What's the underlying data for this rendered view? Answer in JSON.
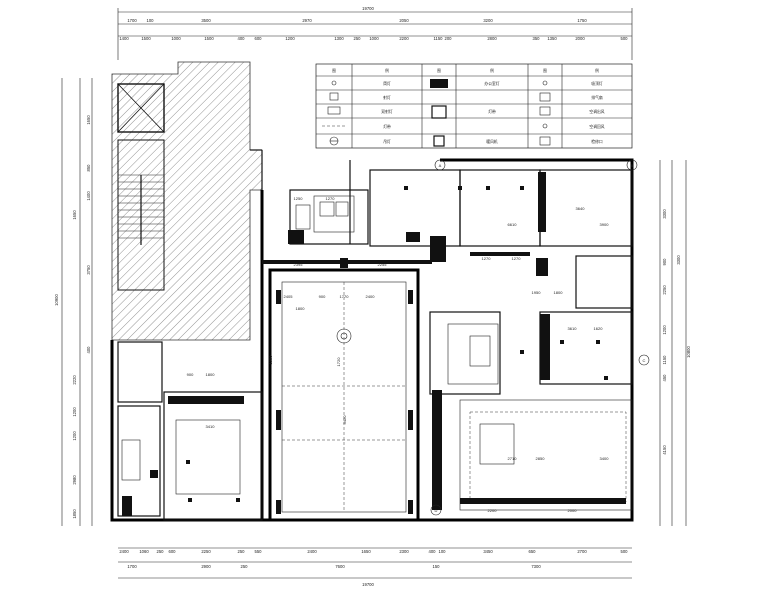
{
  "drawing": {
    "overall_top": "19700",
    "overall_bottom": "19700",
    "overall_left": "10900",
    "overall_right": "10800",
    "top_row1": [
      "1700",
      "100",
      "3500",
      "2970",
      "2050",
      "3200",
      "1750"
    ],
    "top_row2": [
      "1400",
      "1500",
      "1000",
      "1500",
      "400",
      "600",
      "1200",
      "1300",
      "250",
      "1000",
      "2200",
      "1150",
      "200",
      "2800",
      "350",
      "1350",
      "2000",
      "500"
    ],
    "bottom_row1": [
      "2400",
      "1060",
      "250",
      "600",
      "2250",
      "250",
      "550",
      "2400",
      "1650",
      "2300",
      "400",
      "100",
      "3450",
      "650",
      "2700",
      "500"
    ],
    "bottom_row2": [
      "1700",
      "2900",
      "250",
      "7600",
      "150",
      "7300"
    ],
    "left_dims": [
      "1650",
      "850",
      "1400",
      "3750",
      "400",
      "2220",
      "1200",
      "1200",
      "2980",
      "1850"
    ],
    "right_dims": [
      "3300",
      "900",
      "2250",
      "1200",
      "1150",
      "450",
      "3300",
      "4150"
    ],
    "room_dims": [
      "2395",
      "2255",
      "2405",
      "900",
      "1770",
      "2400",
      "1800",
      "1720",
      "1350",
      "3420",
      "6610",
      "2710",
      "3900",
      "2850",
      "3400",
      "1270",
      "1270",
      "1800",
      "1950",
      "3610",
      "1620",
      "2200",
      "2000",
      "900",
      "1800",
      "3410",
      "3640",
      "1250",
      "1270"
    ],
    "callouts": [
      "A",
      "B",
      "C",
      "D"
    ]
  },
  "legend": {
    "header": [
      "图",
      "例",
      "图",
      "例",
      "图",
      "例"
    ],
    "rows": [
      [
        "筒灯",
        "办公室灯",
        "吸顶灯"
      ],
      [
        "射灯",
        "",
        "排气扇"
      ],
      [
        "双射灯",
        "灯带",
        "空调出风"
      ],
      [
        "灯带",
        "",
        "空调回风"
      ],
      [
        "吊灯",
        "暖风机",
        "检修口"
      ]
    ]
  }
}
